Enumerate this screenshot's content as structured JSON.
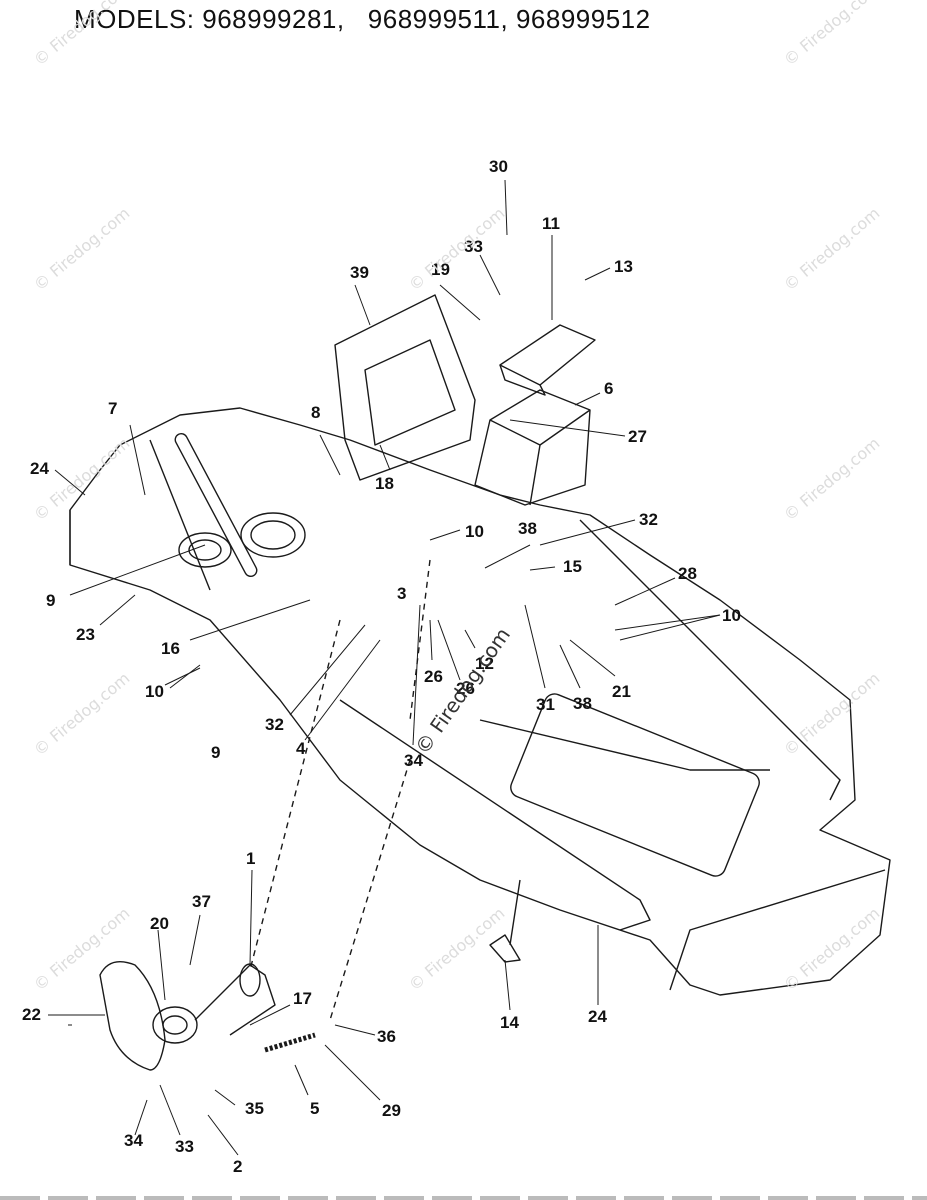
{
  "header": {
    "title": "MODELS: 968999281,   968999511, 968999512"
  },
  "diagram": {
    "labels": [
      "1",
      "2",
      "3",
      "4",
      "5",
      "6",
      "7",
      "8",
      "9",
      "9",
      "10",
      "10",
      "10",
      "10",
      "11",
      "12",
      "13",
      "14",
      "15",
      "16",
      "17",
      "18",
      "19",
      "20",
      "21",
      "22",
      "23",
      "24",
      "24",
      "26",
      "26",
      "27",
      "28",
      "29",
      "30",
      "31",
      "32",
      "32",
      "33",
      "33",
      "34",
      "34",
      "35",
      "36",
      "37",
      "38",
      "38",
      "39"
    ]
  },
  "watermark": {
    "text": "© Firedog.com",
    "center_text": "© Firedog.com"
  },
  "colors": {
    "line": "#1a1a1a",
    "watermark": "#dcdcdc"
  }
}
